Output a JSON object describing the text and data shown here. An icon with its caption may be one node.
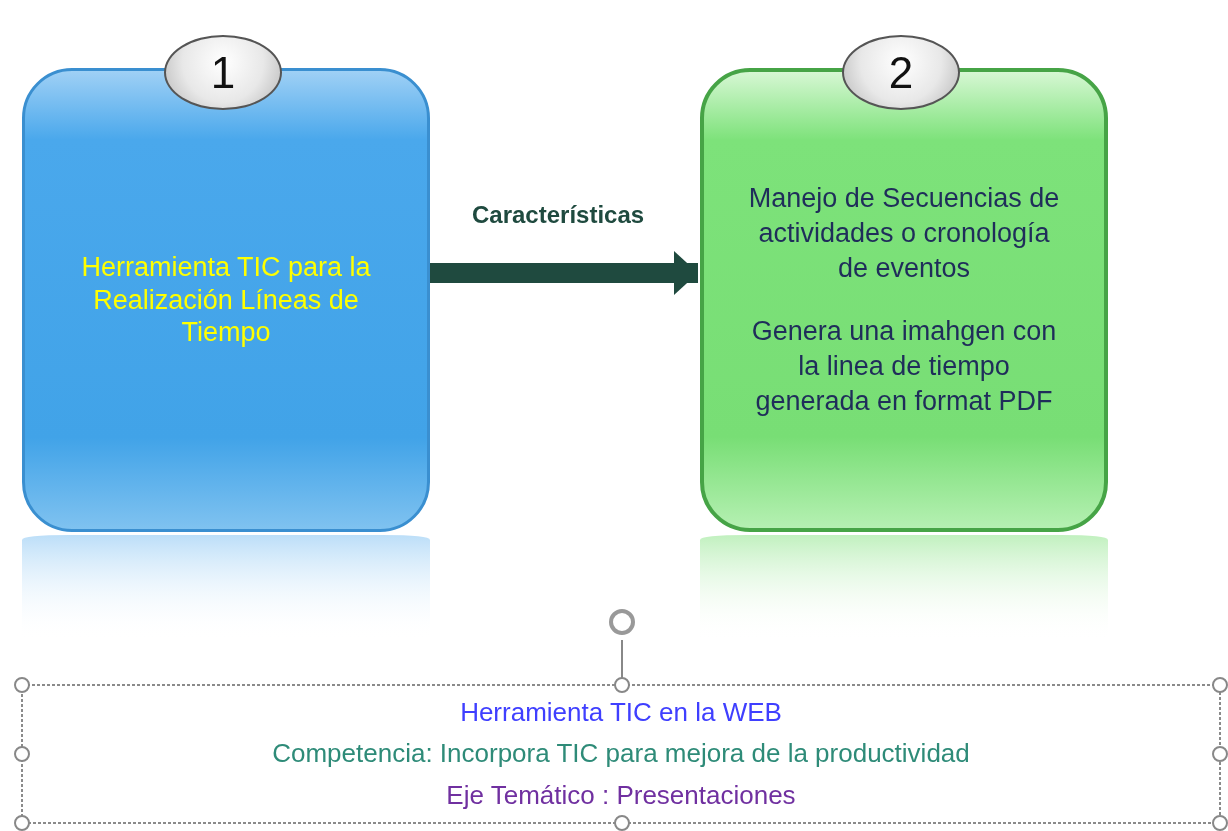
{
  "diagram": {
    "nodes": [
      {
        "text": [
          "Herramienta TIC para la Realización Líneas de Tiempo"
        ]
      },
      {
        "text": [
          "1"
        ]
      },
      {
        "text": [
          "Manejo de Secuencias de actividades o cronología de eventos",
          "Genera una imahgen con la linea de tiempo generada en format PDF"
        ]
      },
      {
        "text": [
          "2"
        ]
      },
      {
        "text": [
          "Herramienta TIC en la WEB",
          "Competencia: Incorpora TIC para mejora de la productividad",
          "Eje Temático :  Presentaciones"
        ]
      }
    ],
    "edges": [
      {
        "from": 0,
        "to": 2,
        "arrow": "to",
        "label": "Características",
        "color": "#1f4a3f"
      }
    ]
  }
}
